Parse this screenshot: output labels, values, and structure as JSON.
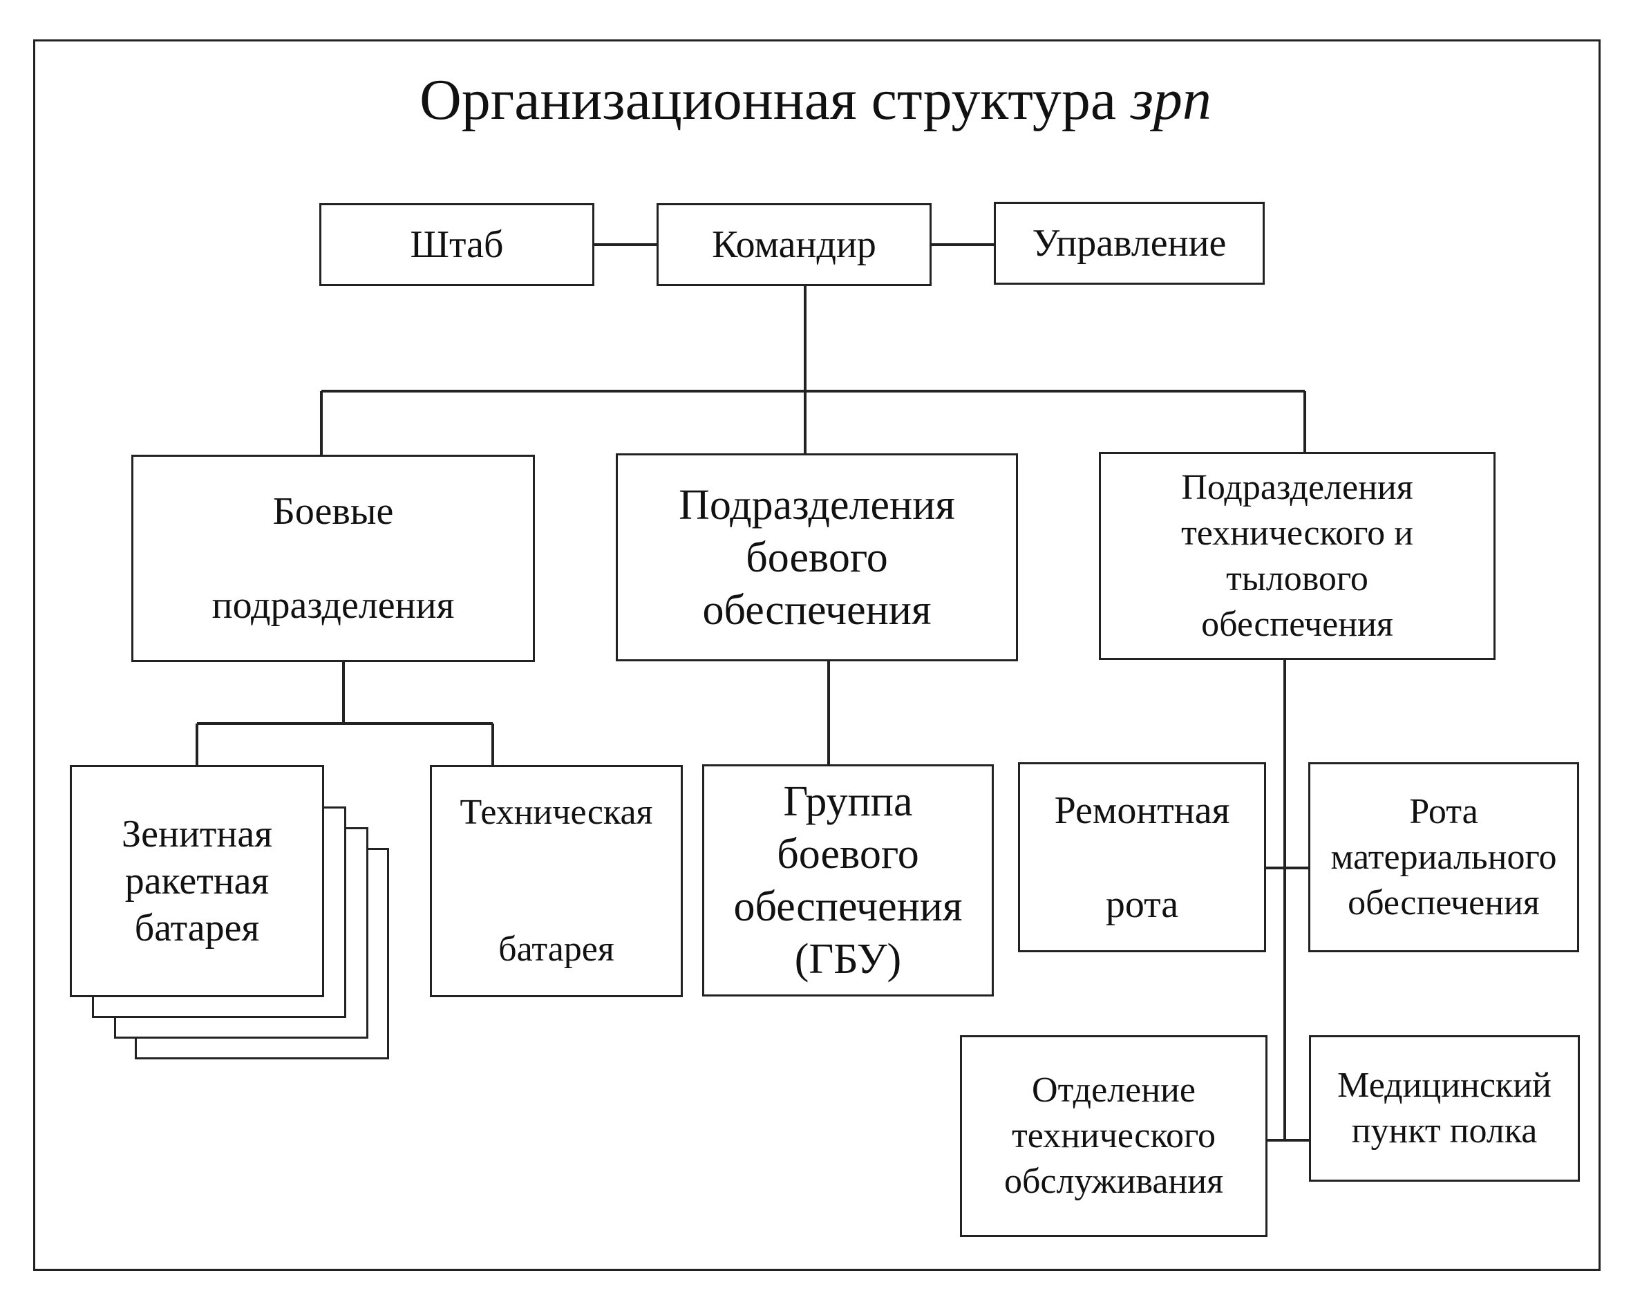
{
  "title": {
    "main": "Организационная структура",
    "italic": "зрп"
  },
  "top": {
    "hq": "Штаб",
    "commander": "Командир",
    "management": "Управление"
  },
  "divisions": {
    "combat": "Боевые\n\nподразделения",
    "combat_support": "Подразделения\nбоевого\nобеспечения",
    "tech_rear": "Подразделения\nтехнического и\nтылового\nобеспечения"
  },
  "units": {
    "aa_battery": "Зенитная\nракетная\nбатарея",
    "tech_battery": "Техническая\n\n\nбатарея",
    "support_group": "Группа\nбоевого\nобеспечения\n(ГБУ)",
    "repair_company": "Ремонтная\n\nрота",
    "supply_company": "Рота\nматериального\nобеспечения",
    "maintenance_dept": "Отделение\nтехнического\nобслуживания",
    "medical_post": "Медицинский\nпункт полка"
  }
}
